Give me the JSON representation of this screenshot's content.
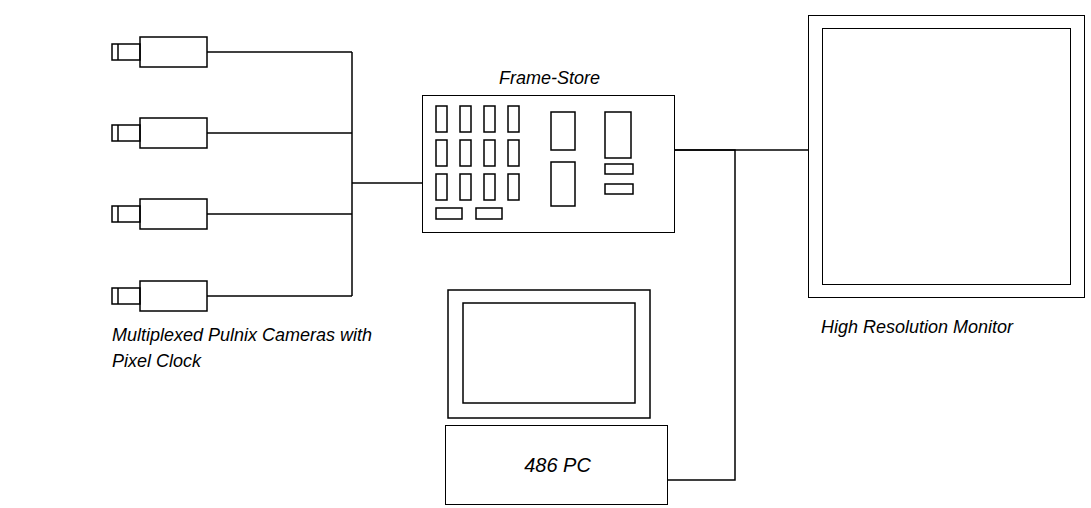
{
  "diagram": {
    "nodes": [
      {
        "text": [
          "Frame-Store"
        ]
      },
      {
        "text": [
          "High Resolution Monitor"
        ]
      },
      {
        "text": [
          "486 PC"
        ]
      }
    ],
    "edges": [
      {
        "from": 0,
        "to": 1,
        "arrow": "none"
      },
      {
        "from": 0,
        "to": 2,
        "arrow": "none"
      }
    ],
    "labels": [
      "Multiplexed Pulnix Cameras with Pixel Clock"
    ]
  }
}
